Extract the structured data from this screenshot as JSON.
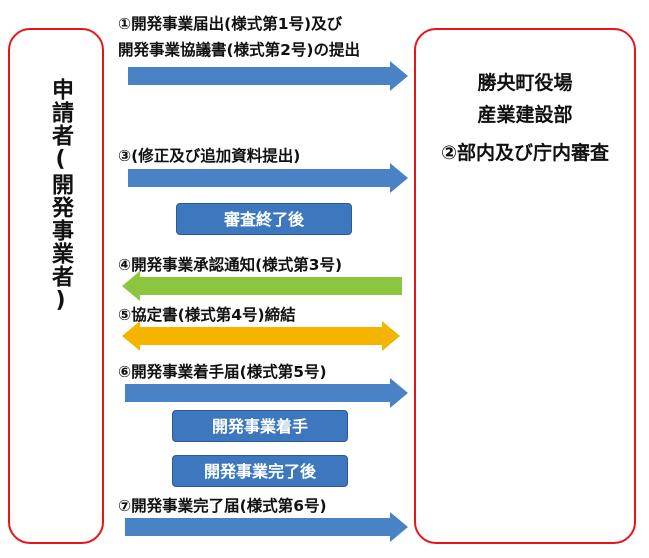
{
  "applicant": {
    "label": "申請者(開発事業者)"
  },
  "office": {
    "line1": "勝央町役場",
    "line2": "産業建設部",
    "line3": "②部内及び庁内審査"
  },
  "steps": {
    "s1_line1": "①開発事業届出(様式第1号)及び",
    "s1_line2": "開発事業協議書(様式第2号)の提出",
    "s3": "③(修正及び追加資料提出)",
    "s4": "④開発事業承認通知(様式第3号)",
    "s5": "⑤協定書(様式第4号)締結",
    "s6": "⑥開発事業着手届(様式第5号)",
    "s7": "⑦開発事業完了届(様式第6号)"
  },
  "stages": {
    "review_end": "審査終了後",
    "start": "開発事業着手",
    "complete": "開発事業完了後"
  },
  "colors": {
    "box_border": "#e8141b",
    "arrow_blue": "#4a82c6",
    "arrow_green": "#8cc63f",
    "arrow_orange": "#f4b400",
    "stage_fill": "#3d77bd"
  }
}
